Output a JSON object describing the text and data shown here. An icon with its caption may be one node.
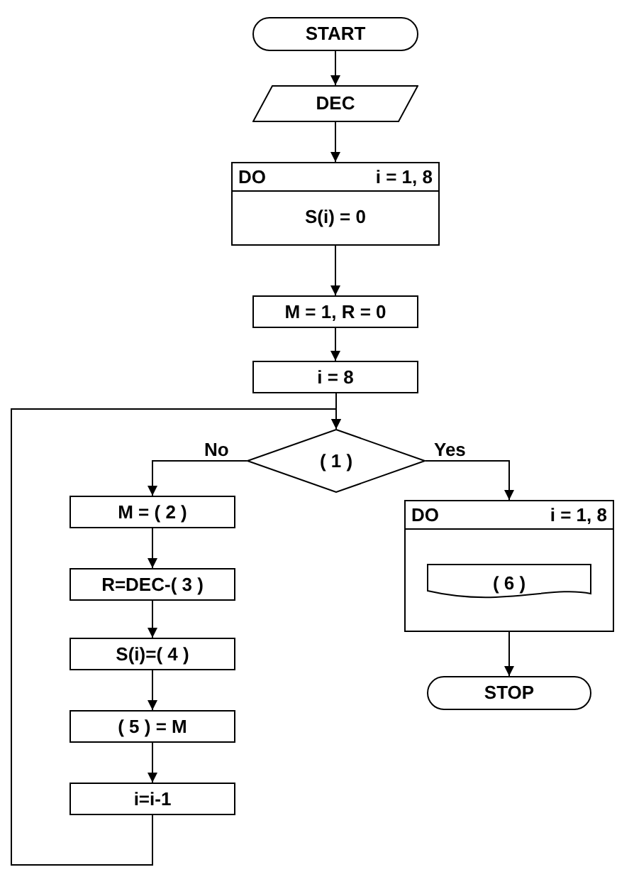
{
  "diagram": {
    "nodes": [
      {
        "text": [
          "START"
        ]
      },
      {
        "text": [
          "DEC"
        ]
      },
      {
        "text": [
          "DO",
          "i = 1, 8",
          "S(i) = 0"
        ]
      },
      {
        "text": [
          "M = 1, R = 0"
        ]
      },
      {
        "text": [
          "i = 8"
        ]
      },
      {
        "text": [
          "( 1 )"
        ]
      },
      {
        "text": [
          "M = ( 2 )"
        ]
      },
      {
        "text": [
          "R=DEC-( 3 )"
        ]
      },
      {
        "text": [
          "S(i)=( 4 )"
        ]
      },
      {
        "text": [
          "( 5 ) = M"
        ]
      },
      {
        "text": [
          "i=i-1"
        ]
      },
      {
        "text": [
          "DO",
          "i = 1, 8"
        ]
      },
      {
        "text": [
          "( 6 )"
        ],
        "in": 11
      },
      {
        "text": [
          "STOP"
        ]
      }
    ],
    "edges": [
      {
        "from": 0,
        "to": 1,
        "arrow": "to"
      },
      {
        "from": 1,
        "to": 2,
        "arrow": "to"
      },
      {
        "from": 2,
        "to": 3,
        "arrow": "to"
      },
      {
        "from": 3,
        "to": 4,
        "arrow": "to"
      },
      {
        "from": 4,
        "to": 5,
        "arrow": "to"
      },
      {
        "from": 5,
        "to": 6,
        "arrow": "to",
        "label": "No"
      },
      {
        "from": 5,
        "to": 11,
        "arrow": "to",
        "label": "Yes"
      },
      {
        "from": 6,
        "to": 7,
        "arrow": "to"
      },
      {
        "from": 7,
        "to": 8,
        "arrow": "to"
      },
      {
        "from": 8,
        "to": 9,
        "arrow": "to"
      },
      {
        "from": 9,
        "to": 10,
        "arrow": "to"
      },
      {
        "from": 10,
        "to": 5,
        "arrow": "to"
      },
      {
        "from": 11,
        "to": 13,
        "arrow": "to"
      }
    ]
  }
}
